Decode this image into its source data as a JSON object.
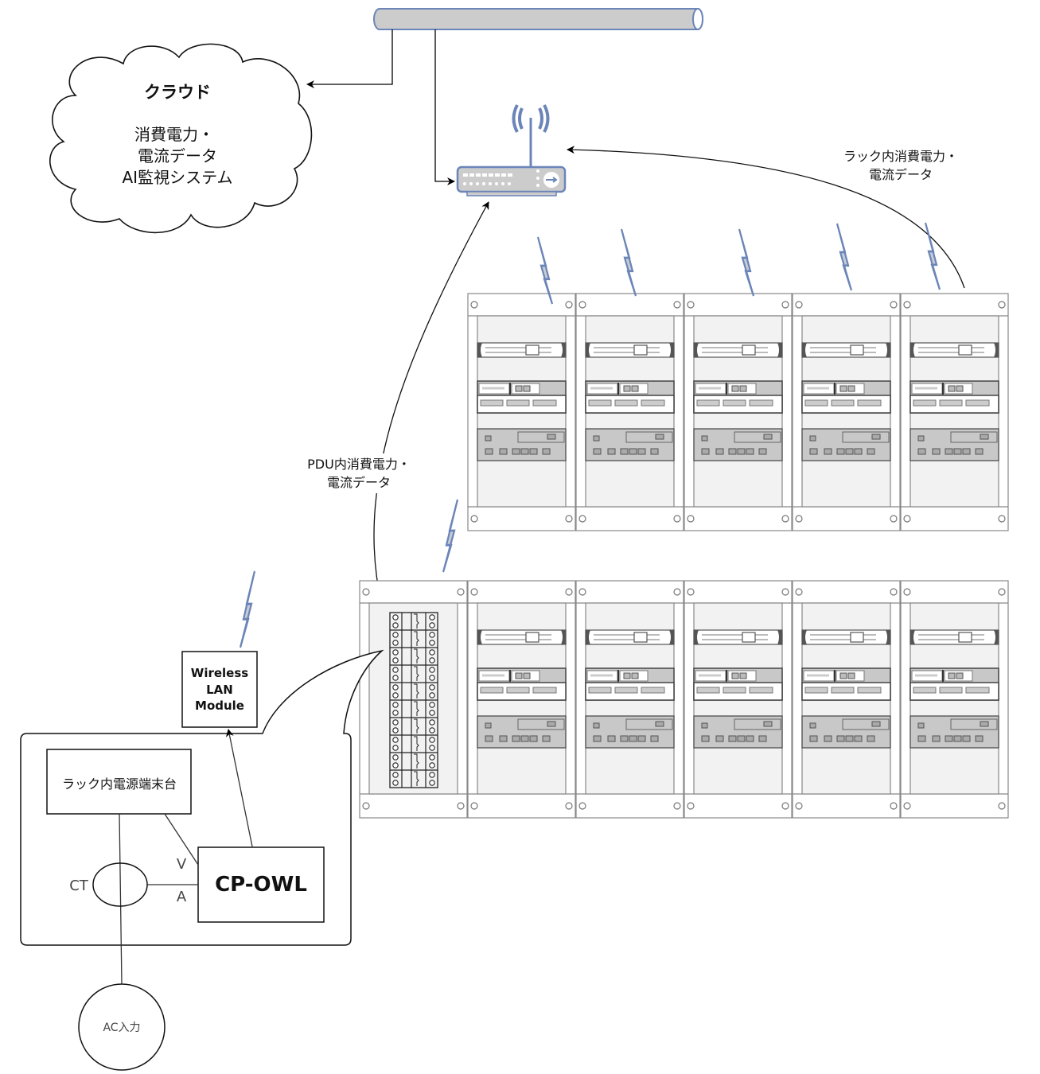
{
  "cloud": {
    "title": "クラウド",
    "lines": [
      "消費電力・",
      "電流データ",
      "AI監視システム"
    ]
  },
  "labels": {
    "rack_data": [
      "ラック内消費電力・",
      "電流データ"
    ],
    "pdu_data": [
      "PDU内消費電力・",
      "電流データ"
    ],
    "wireless_module": [
      "Wireless",
      "LAN",
      "Module"
    ],
    "terminal_block": "ラック内電源端末台",
    "device": "CP-OWL",
    "ct": "CT",
    "voltage": "V",
    "current": "A",
    "ac_input": "AC入力"
  },
  "icons": {
    "backbone": "network-pipe-icon",
    "router": "wireless-router-icon",
    "wireless_signal": "lightning-bolt-icon",
    "rack": "server-rack-icon",
    "pdu": "pdu-terminal-block-icon"
  },
  "racks": {
    "top_row_count": 5,
    "bottom_row_server_racks": 5,
    "bottom_row_pdu_racks": 1
  },
  "colors": {
    "accent_blue": "#6b85b8",
    "pipe_fill": "#cccccc",
    "rack_line": "#777777",
    "rack_fill": "#f2f2f2",
    "device_grey": "#c8c8c8"
  }
}
